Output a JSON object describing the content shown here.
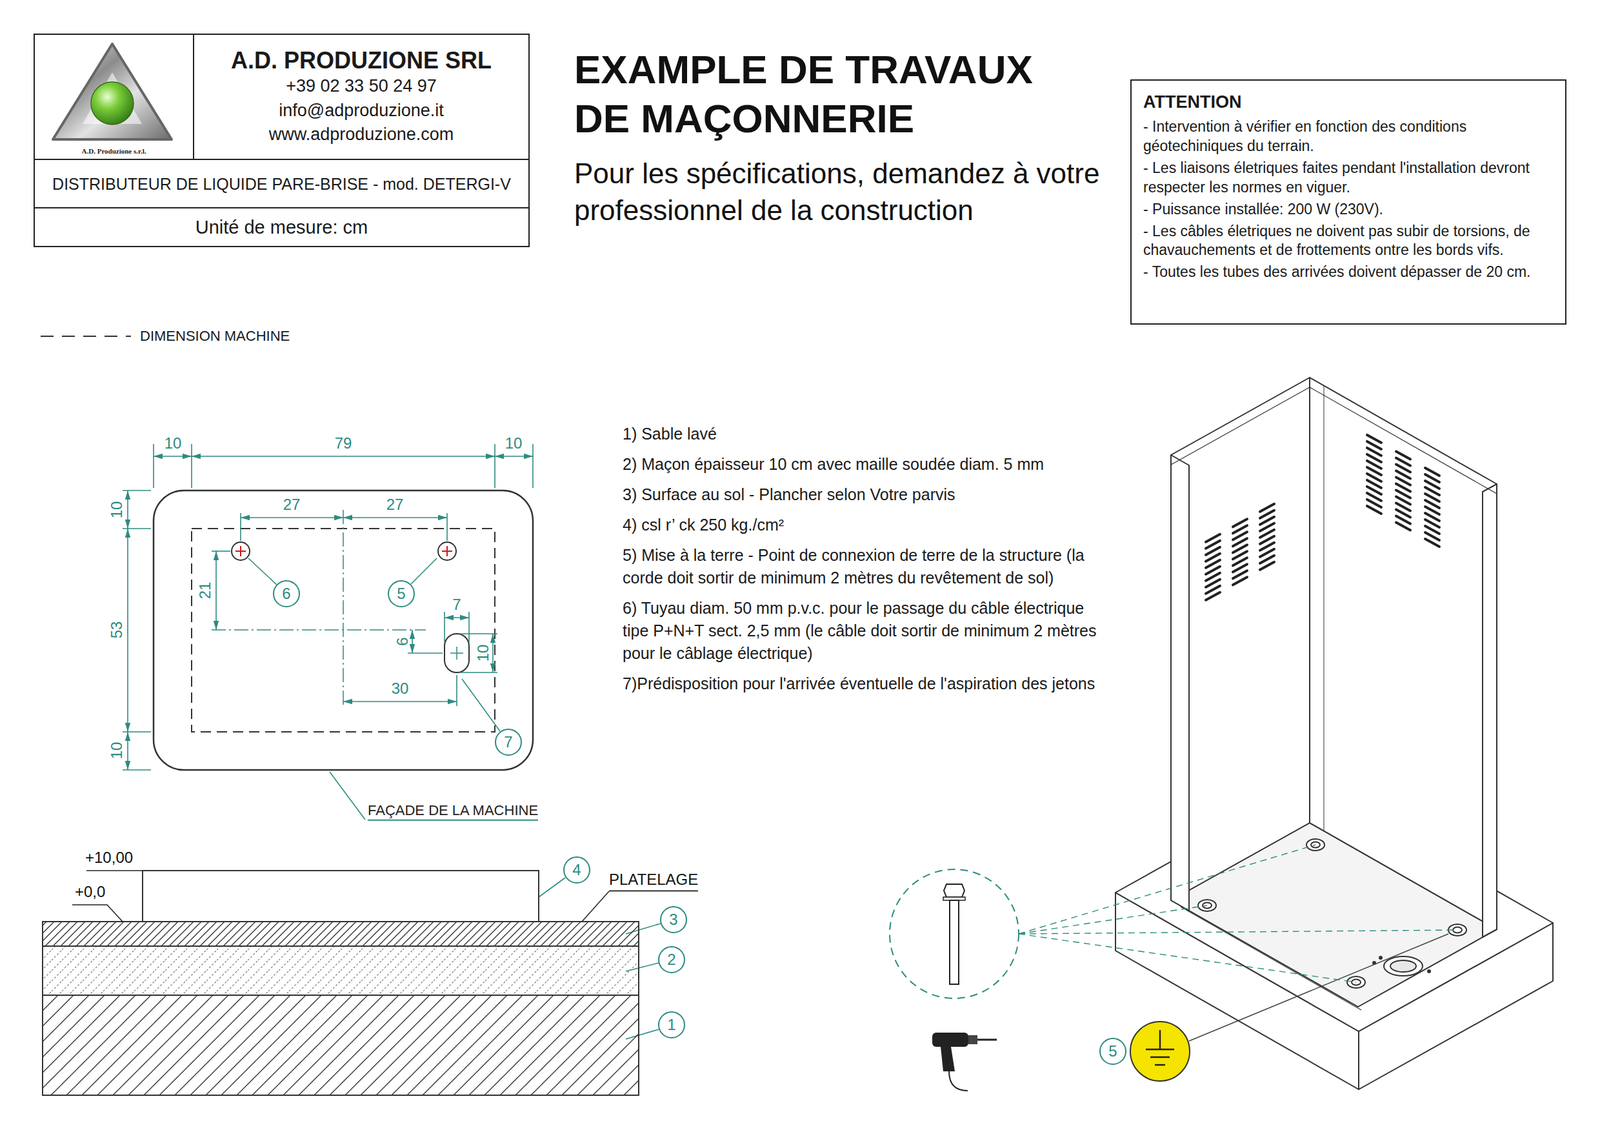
{
  "diagram": {
    "title": "EXAMPLE DE TRAVAUX DE MAÇONNERIE",
    "nodes": [
      {
        "text": [
          "A.D. Produzione s.r.l."
        ]
      },
      {
        "text": [
          "A.D. PRODUZIONE SRL",
          "+39 02 33 50 24 97",
          "info@adproduzione.it",
          "www.adproduzione.com"
        ]
      },
      {
        "text": [
          "DISTRIBUTEUR DE LIQUIDE PARE-BRISE - mod. DETERGI-V"
        ]
      },
      {
        "text": [
          "Unité de mesure: cm"
        ]
      },
      {
        "text": [
          "ATTENTION",
          "- Intervention à vérifier en fonction des conditions géotechiniques du terrain.",
          "- Les liaisons életriques faites pendant l'installation devront respecter les normes en viguer.",
          "- Puissance installée: 200 W (230V).",
          "- Les câbles életriques ne doivent pas subir de torsions, de chavauchements et de frottements ontre les bords vifs.",
          "- Toutes les tubes des arrivées doivent dépasser de 20 cm."
        ]
      },
      {
        "text": [
          "6"
        ]
      },
      {
        "text": [
          "5"
        ]
      },
      {
        "text": [
          "7"
        ]
      },
      {
        "text": [
          "4"
        ]
      },
      {
        "text": [
          "3"
        ]
      },
      {
        "text": [
          "2"
        ]
      },
      {
        "text": [
          "1"
        ]
      },
      {
        "text": [
          "5"
        ]
      }
    ],
    "labels": [
      "Pour les spécifications, demandez à votre professionnel de la construction",
      "1) Sable lavé",
      "2) Maçon épaisseur 10 cm avec maille soudée diam. 5 mm",
      "3) Surface au sol - Plancher selon Votre parvis",
      "4) csl r’ ck 250 kg./cm²",
      "5) Mise à la terre - Point de connexion de terre de la structure (la corde doit sortir de minimum 2 mètres du revêtement de sol)",
      "6) Tuyau diam. 50 mm p.v.c. pour le passage du câble électrique tipe P+N+T sect. 2,5 mm (le câble doit sortir de minimum 2 mètres pour le câblage électrique)",
      "7)Prédisposition pour l'arrivée éventuelle de l'aspiration des jetons",
      "10",
      "79",
      "10",
      "27",
      "27",
      "10",
      "53",
      "10",
      "21",
      "7",
      "6",
      "10",
      "30",
      "FAÇADE DE LA MACHINE",
      "+10,00",
      "+0,0",
      "PLATELAGE"
    ],
    "legend": [
      {
        "text": "DIMENSION MACHINE"
      }
    ]
  }
}
